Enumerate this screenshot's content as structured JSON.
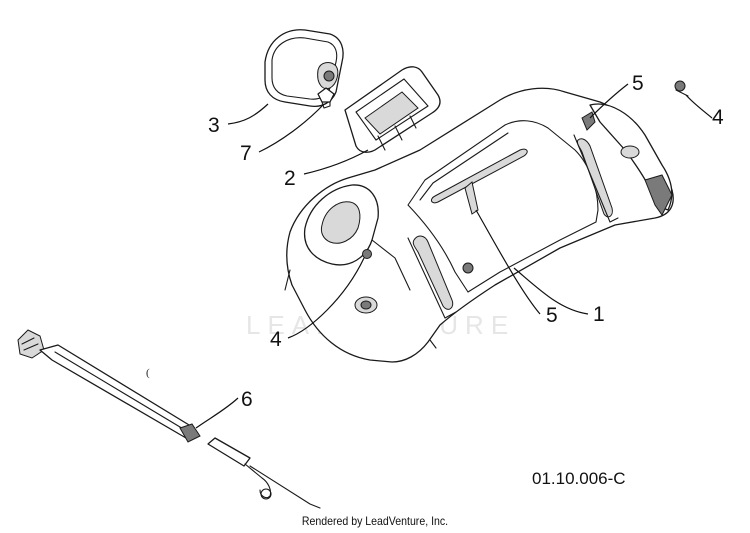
{
  "diagram": {
    "callouts": [
      {
        "id": "1",
        "label": "1"
      },
      {
        "id": "2",
        "label": "2"
      },
      {
        "id": "3",
        "label": "3"
      },
      {
        "id": "4a",
        "label": "4"
      },
      {
        "id": "4b",
        "label": "4"
      },
      {
        "id": "5a",
        "label": "5"
      },
      {
        "id": "5b",
        "label": "5"
      },
      {
        "id": "6",
        "label": "6"
      },
      {
        "id": "7",
        "label": "7"
      }
    ],
    "stray_mark": "(",
    "drawing_number": "01.10.006-C",
    "watermark": "LEADVENTURE",
    "credit": "Rendered by LeadVenture, Inc."
  }
}
